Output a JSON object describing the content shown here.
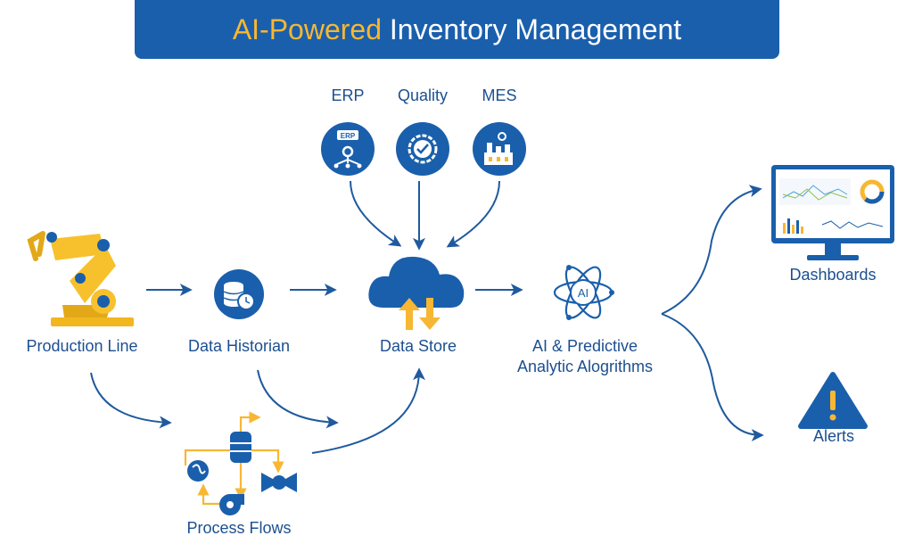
{
  "title": {
    "accent": "AI-Powered",
    "rest": " Inventory Management"
  },
  "colors": {
    "primary": "#1a5fac",
    "accent": "#f7b733",
    "text": "#1c4f90",
    "arrow": "#1f5a9e"
  },
  "sources": [
    {
      "label": "ERP",
      "icon": "erp-icon",
      "icon_text": "ERP"
    },
    {
      "label": "Quality",
      "icon": "quality-badge-icon"
    },
    {
      "label": "MES",
      "icon": "factory-icon"
    }
  ],
  "nodes": {
    "production_line": {
      "label": "Production Line",
      "icon": "robotic-arm-icon"
    },
    "data_historian": {
      "label": "Data Historian",
      "icon": "database-clock-icon"
    },
    "data_store": {
      "label": "Data Store",
      "icon": "cloud-sync-icon"
    },
    "ai": {
      "label_line1": "AI & Predictive",
      "label_line2": "Analytic Alogrithms",
      "icon": "ai-atom-icon",
      "icon_text": "AI"
    },
    "process_flows": {
      "label": "Process Flows",
      "icon": "process-flow-icon"
    },
    "dashboards": {
      "label": "Dashboards",
      "icon": "monitor-dashboard-icon"
    },
    "alerts": {
      "label": "Alerts",
      "icon": "warning-triangle-icon"
    }
  }
}
